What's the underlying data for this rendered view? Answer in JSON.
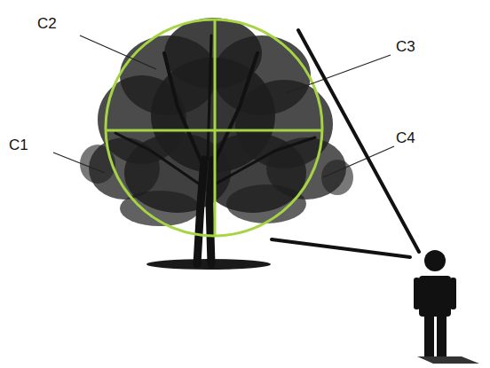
{
  "diagram": {
    "labels": [
      "C1",
      "C2",
      "C3",
      "C4"
    ]
  }
}
